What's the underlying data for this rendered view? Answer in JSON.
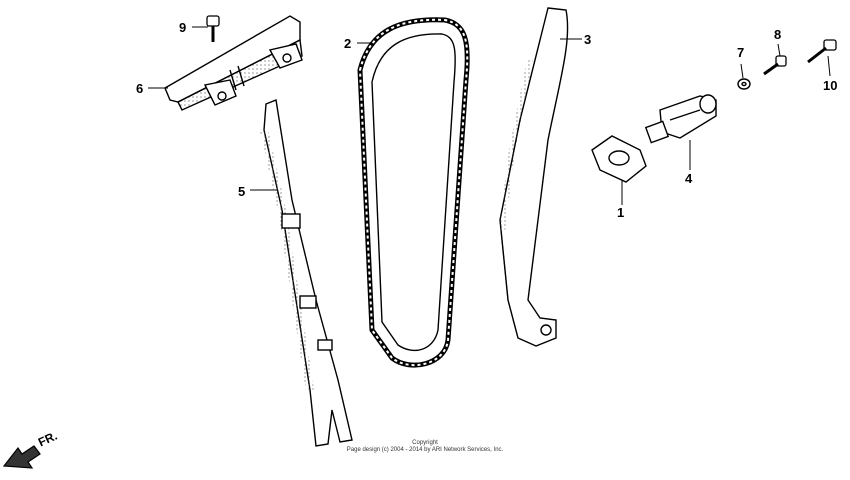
{
  "callouts": [
    "1",
    "2",
    "3",
    "4",
    "5",
    "6",
    "7",
    "8",
    "9",
    "10"
  ],
  "direction_label": "FR.",
  "copyright_line1": "Copyright",
  "copyright_line2": "Page design (c) 2004 - 2014 by ARI Network Services, Inc.",
  "colors": {
    "ink": "#000000",
    "paper": "#ffffff",
    "stipple": "#555555"
  }
}
